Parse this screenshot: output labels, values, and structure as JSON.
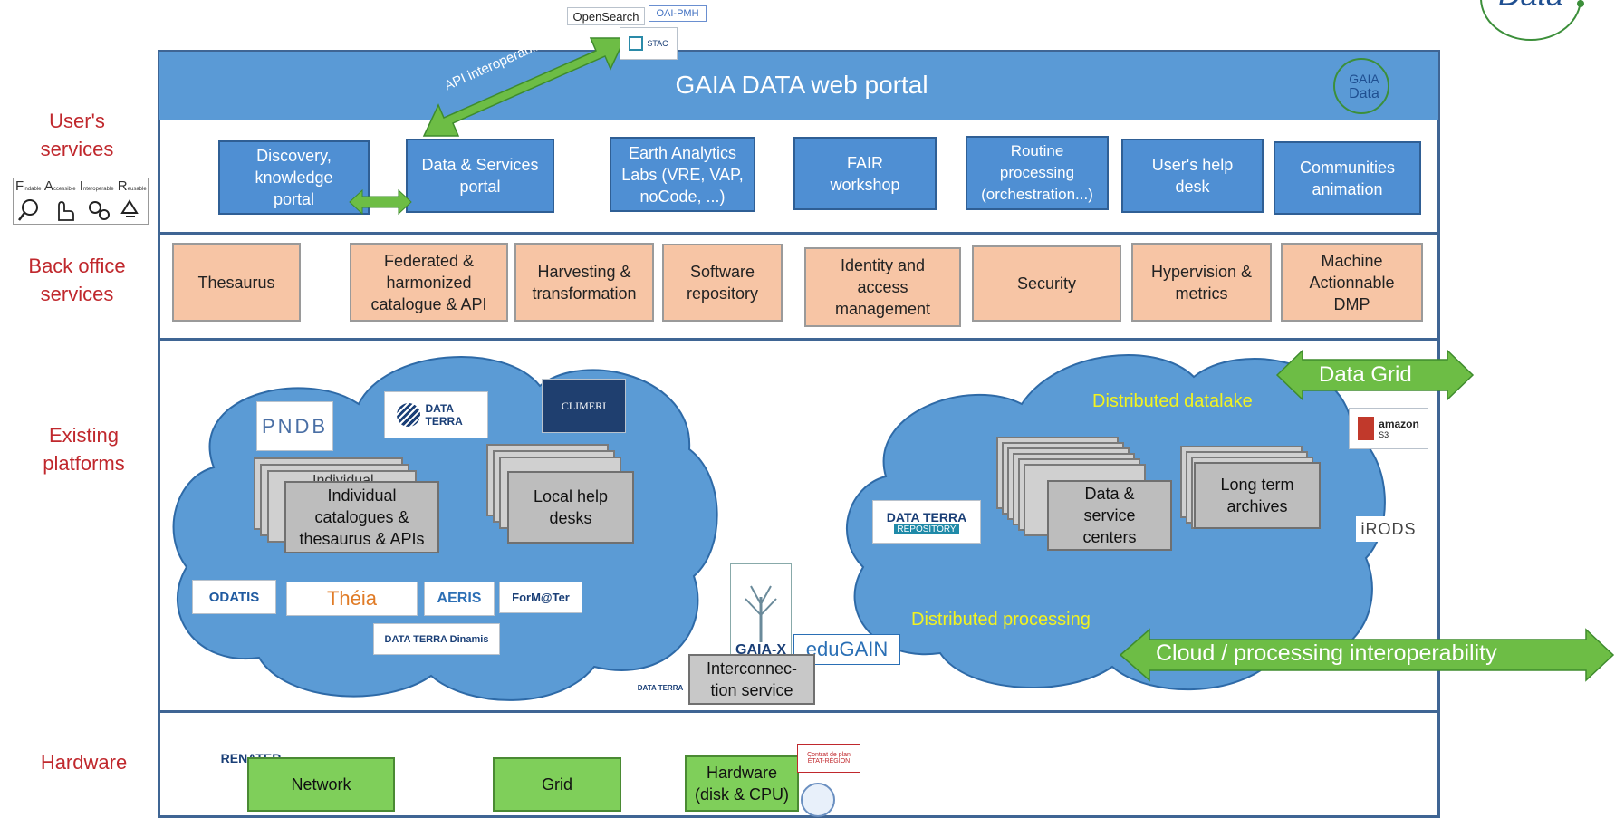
{
  "rows": {
    "users": "User's\nservices",
    "backoffice": "Back office\nservices",
    "existing": "Existing\nplatforms",
    "hardware": "Hardware"
  },
  "fair": {
    "f": "F",
    "f_small": "indable",
    "a": "A",
    "a_small": "ccessible",
    "i": "I",
    "i_small": "nteroperable",
    "r": "R",
    "r_small": "eusable"
  },
  "portal": {
    "title": "GAIA DATA web portal",
    "logo_line1": "GAIA",
    "logo_line2": "Data"
  },
  "corner_logo": "Data",
  "api": {
    "label": "API interoperability",
    "opensearch": "OpenSearch",
    "oai": "OAI-PMH",
    "stac": "STAC"
  },
  "user_services": [
    "Discovery,\nknowledge\nportal",
    "Data & Services\nportal",
    "Earth Analytics\nLabs (VRE, VAP,\nnoCode, ...)",
    "FAIR\nworkshop",
    "Routine\nprocessing\n(orchestration...)",
    "User's help\ndesk",
    "Communities\nanimation"
  ],
  "back_office": [
    "Thesaurus",
    "Federated &\nharmonized\ncatalogue & API",
    "Harvesting &\ntransformation",
    "Software\nrepository",
    "Identity and\naccess\nmanagement",
    "Security",
    "Hypervision &\nmetrics",
    "Machine\nActionnable\nDMP"
  ],
  "existing": {
    "catalogues_behind": "Individual",
    "catalogues": "Individual\ncatalogues &\nthesaurus & APIs",
    "helpdesks": "Local help\ndesks",
    "data_centers": "Data &\nservice\ncenters",
    "archives": "Long term\narchives",
    "interconnection": "Interconnec-\ntion service",
    "distributed_datalake": "Distributed datalake",
    "distributed_processing": "Distributed processing",
    "data_grid": "Data Grid",
    "cloud": "Cloud / processing interoperability",
    "logos": {
      "pndb": "PNDB",
      "dataterra": "DATA TERRA",
      "climeri": "CLIMERI",
      "odatis": "ODATIS",
      "theia": "Théia",
      "aeris": "AERIS",
      "formater": "ForM@Ter",
      "dinamis": "DATA TERRA Dinamis",
      "gaiax": "GAIA-X",
      "edugain": "eduGAIN",
      "dt_repo": "DATA TERRA",
      "dt_repo_sub": "REPOSITORY",
      "dt_small": "DATA TERRA",
      "amazon": "amazon",
      "amazon_sub": "S3",
      "irods": "iRODS"
    }
  },
  "hardware": {
    "network": "Network",
    "grid": "Grid",
    "disk": "Hardware\n(disk & CPU)",
    "renater": "RENATER",
    "cper": "Contrat de plan\nÉTAT-RÉGION"
  },
  "colors": {
    "blue": "#4f8fd3",
    "orange": "#f7c5a5",
    "green": "#7fcf5a",
    "red": "#c0282d",
    "yellow": "#f3f31f"
  }
}
